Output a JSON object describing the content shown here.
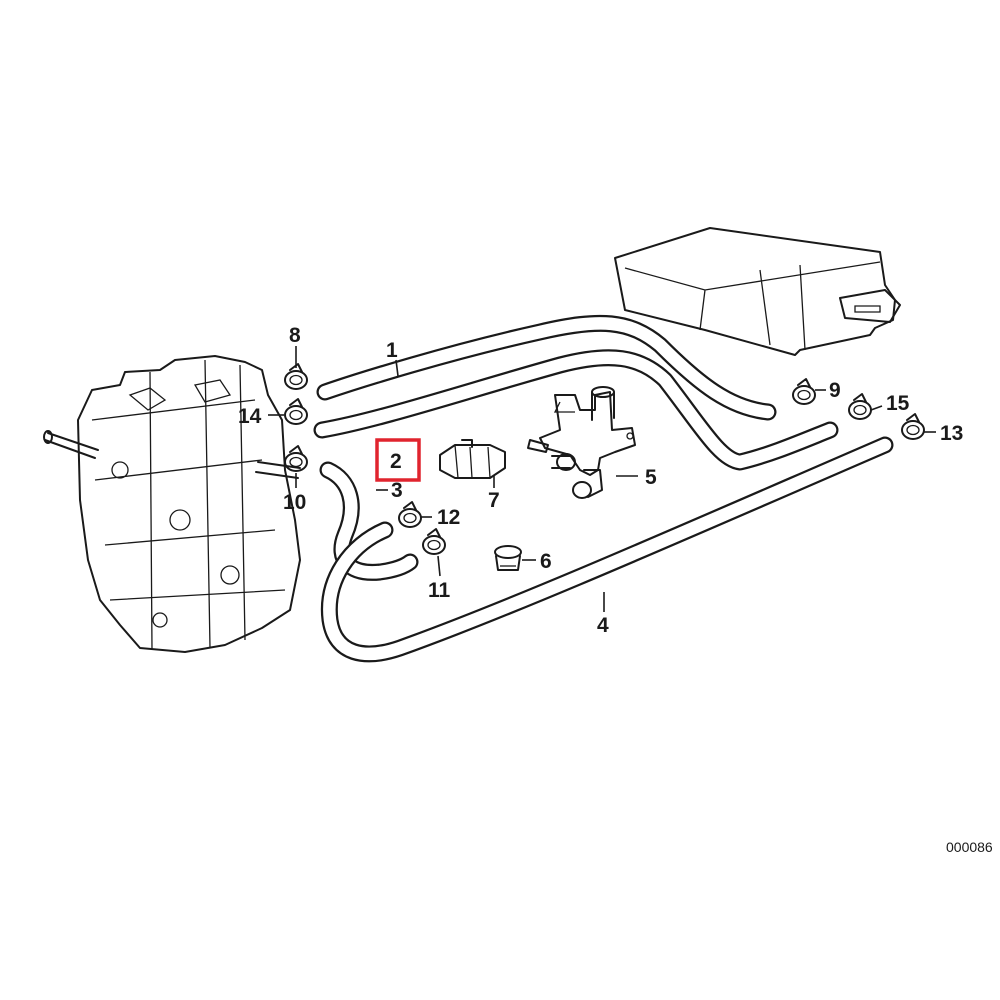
{
  "callouts": {
    "c1": "1",
    "c2": "2",
    "c3": "3",
    "c4": "4",
    "c5": "5",
    "c6": "6",
    "c7": "7",
    "c8": "8",
    "c9": "9",
    "c10": "10",
    "c11": "11",
    "c12": "12",
    "c13": "13",
    "c14": "14",
    "c15": "15"
  },
  "selected_callout": "2",
  "highlight_color": "#e0242e",
  "reference_number": "000086"
}
